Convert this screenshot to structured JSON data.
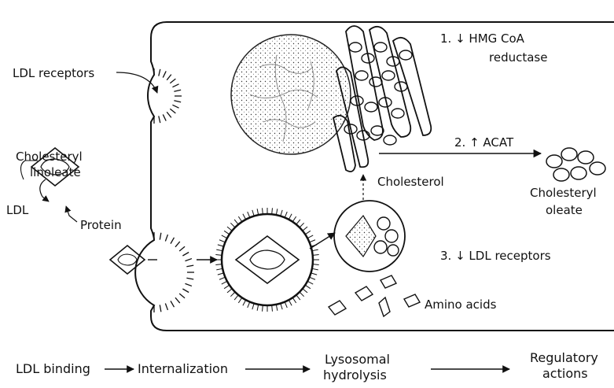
{
  "labels": {
    "ldl_receptors": "LDL receptors",
    "cholesteryl_line1": "Cholesteryl",
    "cholesteryl_line2": "linoleate",
    "ldl": "LDL",
    "protein": "Protein",
    "step1_line1": "1. ↓ HMG CoA",
    "step1_line2": "reductase",
    "step2": "2. ↑ ACAT",
    "cholesterol": "Cholesterol",
    "cholesteryl_oleate_line1": "Cholesteryl",
    "cholesteryl_oleate_line2": "oleate",
    "step3": "3. ↓ LDL receptors",
    "amino_acids": "Amino acids"
  },
  "flow": {
    "ldl_binding": "LDL binding",
    "internalization": "Internalization",
    "lysosomal_line1": "Lysosomal",
    "lysosomal_line2": "hydrolysis",
    "regulatory_line1": "Regulatory",
    "regulatory_line2": "actions"
  }
}
